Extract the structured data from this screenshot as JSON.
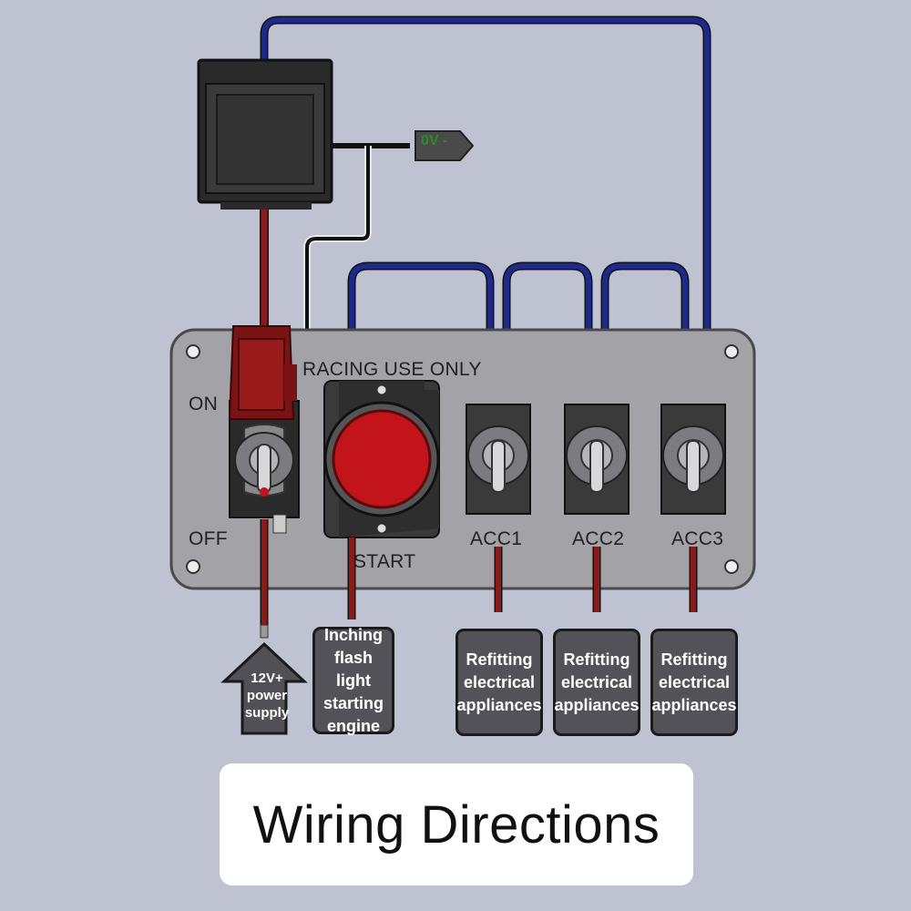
{
  "panel": {
    "warning": "RACING USE ONLY",
    "on_label": "ON",
    "off_label": "OFF",
    "start_label": "START",
    "acc1_label": "ACC1",
    "acc2_label": "ACC2",
    "acc3_label": "ACC3"
  },
  "ground_tag": "0V -",
  "power_arrow": [
    "12V+",
    "power",
    "supply"
  ],
  "start_box": [
    "Inching",
    "flash light",
    "starting",
    "engine"
  ],
  "acc1_box": [
    "Refitting",
    "electrical",
    "appliances"
  ],
  "acc2_box": [
    "Refitting",
    "electrical",
    "appliances"
  ],
  "acc3_box": [
    "Refitting",
    "electrical",
    "appliances"
  ],
  "title": "Wiring Directions",
  "colors": {
    "background": "#bfc3d1",
    "blue_wire": "#1c2a8c",
    "red_wire": "#8b1a1a",
    "black_wire": "#111111",
    "start_button": "#c4141b",
    "ground_tag_text": "#2d8a2d"
  }
}
